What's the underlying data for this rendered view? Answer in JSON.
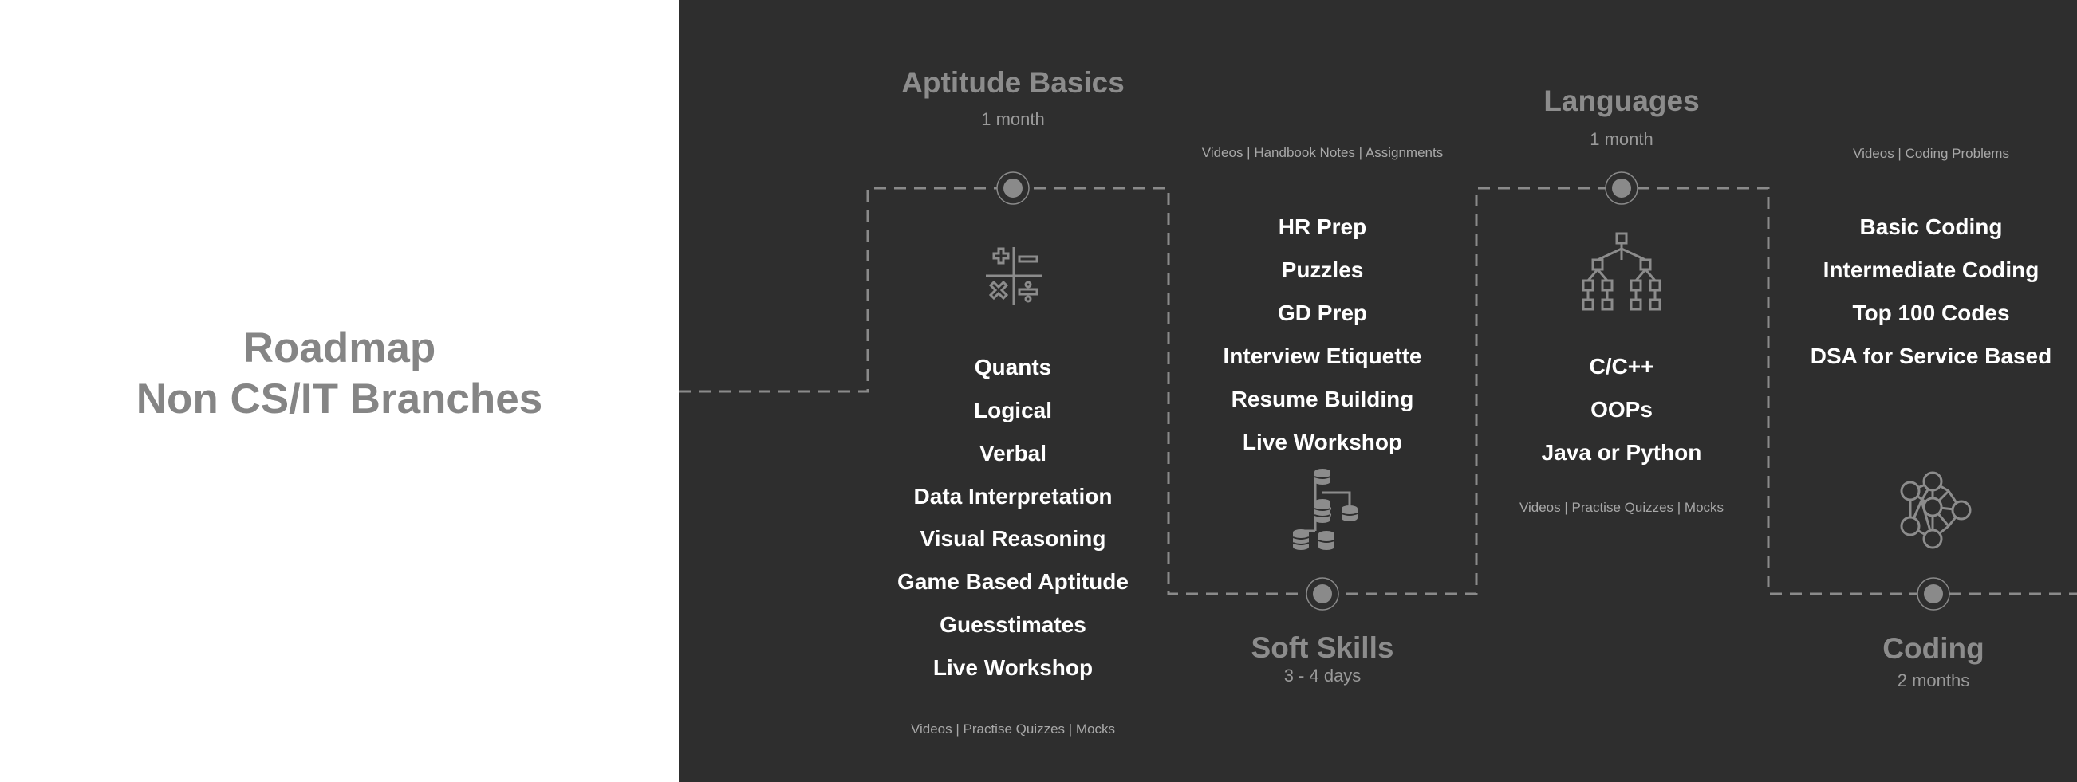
{
  "roadmap": {
    "title_line1": "Roadmap",
    "title_line2": "Non CS/IT Branches"
  },
  "colors": {
    "left_bg": "#ffffff",
    "dark_bg": "#2e2e2e",
    "title_gray": "#858585",
    "topic_white": "#ffffff",
    "route_line": "#8a8a8a",
    "node_fill": "#8a8a8a"
  },
  "stages": [
    {
      "id": "aptitude",
      "title": "Aptitude Basics",
      "duration": "1 month",
      "icon": "math-operators-icon",
      "topics": [
        "Quants",
        "Logical",
        "Verbal",
        "Data Interpretation",
        "Visual Reasoning",
        "Game Based Aptitude",
        "Guesstimates",
        "Live Workshop"
      ],
      "resources": "Videos | Practise Quizzes | Mocks"
    },
    {
      "id": "soft-skills",
      "title": "Soft Skills",
      "duration": "3 - 4 days",
      "icon": "database-flow-icon",
      "topics": [
        "HR Prep",
        "Puzzles",
        "GD Prep",
        "Interview Etiquette",
        "Resume Building",
        "Live Workshop"
      ],
      "resources": "Videos | Handbook Notes | Assignments"
    },
    {
      "id": "languages",
      "title": "Languages",
      "duration": "1 month",
      "icon": "hierarchy-tree-icon",
      "topics": [
        "C/C++",
        "OOPs",
        "Java or Python"
      ],
      "resources": "Videos | Practise Quizzes | Mocks"
    },
    {
      "id": "coding",
      "title": "Coding",
      "duration": "2 months",
      "icon": "network-graph-icon",
      "topics": [
        "Basic Coding",
        "Intermediate Coding",
        "Top 100 Codes",
        "DSA for Service Based"
      ],
      "resources": "Videos | Coding Problems"
    }
  ]
}
